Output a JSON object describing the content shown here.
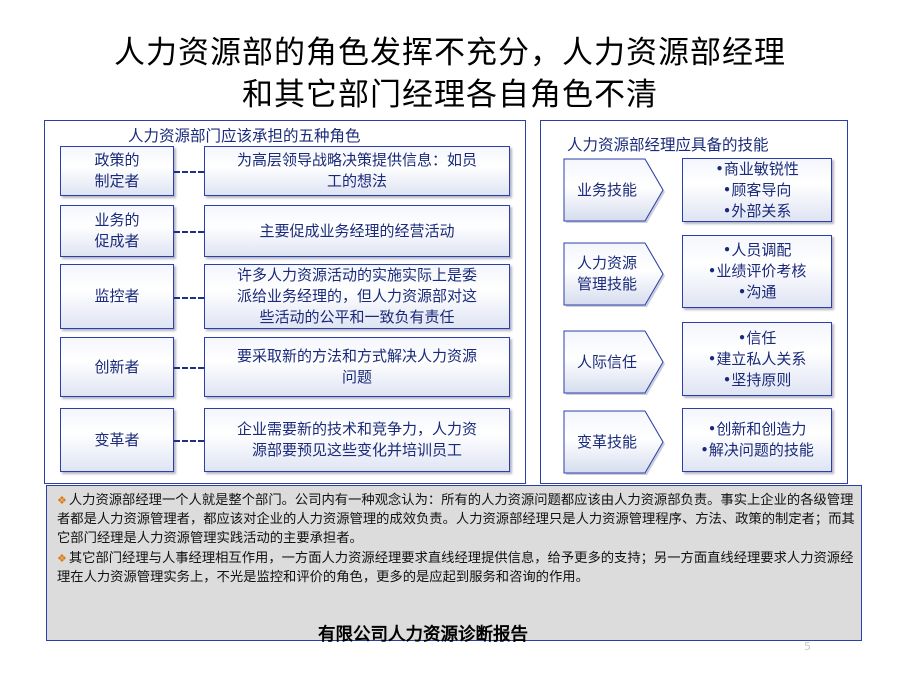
{
  "title": {
    "line1": "人力资源部的角色发挥不充分，人力资源部经理",
    "line2": "和其它部门经理各自角色不清"
  },
  "left_panel": {
    "title": "人力资源部门应该承担的五种角色",
    "roles": [
      {
        "name": "政策的\n制定者",
        "desc": "为高层领导战略决策提供信息：如员\n工的想法"
      },
      {
        "name": "业务的\n促成者",
        "desc": "主要促成业务经理的经营活动"
      },
      {
        "name": "监控者",
        "desc": "许多人力资源活动的实施实际上是委\n派给业务经理的，但人力资源部对这\n些活动的公平和一致负有责任"
      },
      {
        "name": "创新者",
        "desc": "要采取新的方法和方式解决人力资源\n问题"
      },
      {
        "name": "变革者",
        "desc": "企业需要新的技术和竞争力，人力资\n源部要预见这些变化并培训员工"
      }
    ]
  },
  "right_panel": {
    "title": "人力资源部经理应具备的技能",
    "skills": [
      {
        "name": "业务技能",
        "items": [
          "•商业敏锐性",
          "•顾客导向",
          "•外部关系"
        ]
      },
      {
        "name": "人力资源\n管理技能",
        "items": [
          "•人员调配",
          "•业绩评价考核",
          "•沟通"
        ]
      },
      {
        "name": "人际信任",
        "items": [
          "•信任",
          "•建立私人关系",
          "•坚持原则"
        ]
      },
      {
        "name": "变革技能",
        "items": [
          "•创新和创造力",
          "•解决问题的技能"
        ]
      }
    ]
  },
  "note": {
    "para1": "人力资源部经理一个人就是整个部门。公司内有一种观念认为：所有的人力资源问题都应该由人力资源部负责。事实上企业的各级管理者都是人力资源管理者，都应该对企业的人力资源管理的成效负责。人力资源部经理只是人力资源管理程序、方法、政策的制定者；而其它部门经理是人力资源管理实践活动的主要承担者。",
    "para2": "其它部门经理与人事经理相互作用，一方面人力资源经理要求直线经理提供信息，给予更多的支持；另一方面直线经理要求人力资源经理在人力资源管理实务上，不光是监控和评价的角色，更多的是应起到服务和咨询的作用。"
  },
  "footer": {
    "text": "有限公司人力资源诊断报告"
  },
  "page_number": "5",
  "colors": {
    "border": "#2b3fa8",
    "text": "#1a2a7a",
    "note_bg": "#dcdcdc",
    "bullet": "#e07a10"
  }
}
